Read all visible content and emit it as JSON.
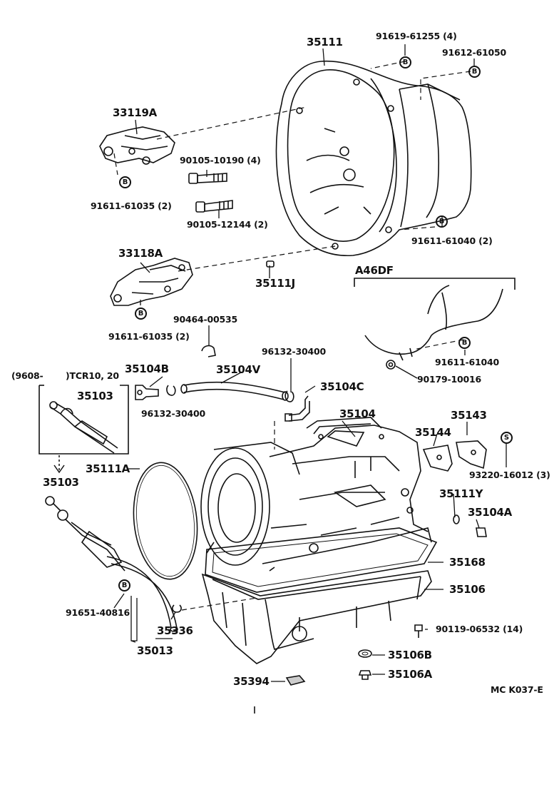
{
  "labels": {
    "p35111": "35111",
    "p91619": "91619-61255 (4)",
    "p91612": "91612-61050",
    "p33119A": "33119A",
    "p90105_10190": "90105-10190 (4)",
    "p91611_61035_a": "91611-61035 (2)",
    "p90105_12144": "90105-12144 (2)",
    "p91611_61040_a": "91611-61040 (2)",
    "p33118A": "33118A",
    "p35111J": "35111J",
    "a46df": "A46DF",
    "p91611_61035_b": "91611-61035 (2)",
    "p90464": "90464-00535",
    "p96132_a": "96132-30400",
    "p91611_61040_b": "91611-61040",
    "p90179": "90179-10016",
    "p9608": "(9608-",
    "tcr": ")TCR10, 20",
    "p35104B": "35104B",
    "p35104V": "35104V",
    "p35104C": "35104C",
    "p35103_a": "35103",
    "p96132_b": "96132-30400",
    "p35104": "35104",
    "p35143": "35143",
    "p35144": "35144",
    "p93220": "93220-16012 (3)",
    "p35111A": "35111A",
    "p35103_b": "35103",
    "p35111Y": "35111Y",
    "p35104A": "35104A",
    "p35168": "35168",
    "p35106": "35106",
    "p91651": "91651-40816",
    "p35336": "35336",
    "p90119": "90119-06532 (14)",
    "p35013": "35013",
    "p35106B": "35106B",
    "p35394": "35394",
    "p35106A": "35106A",
    "diagram_code": "MC K037-E"
  },
  "markers": {
    "b": "B",
    "s": "S"
  }
}
